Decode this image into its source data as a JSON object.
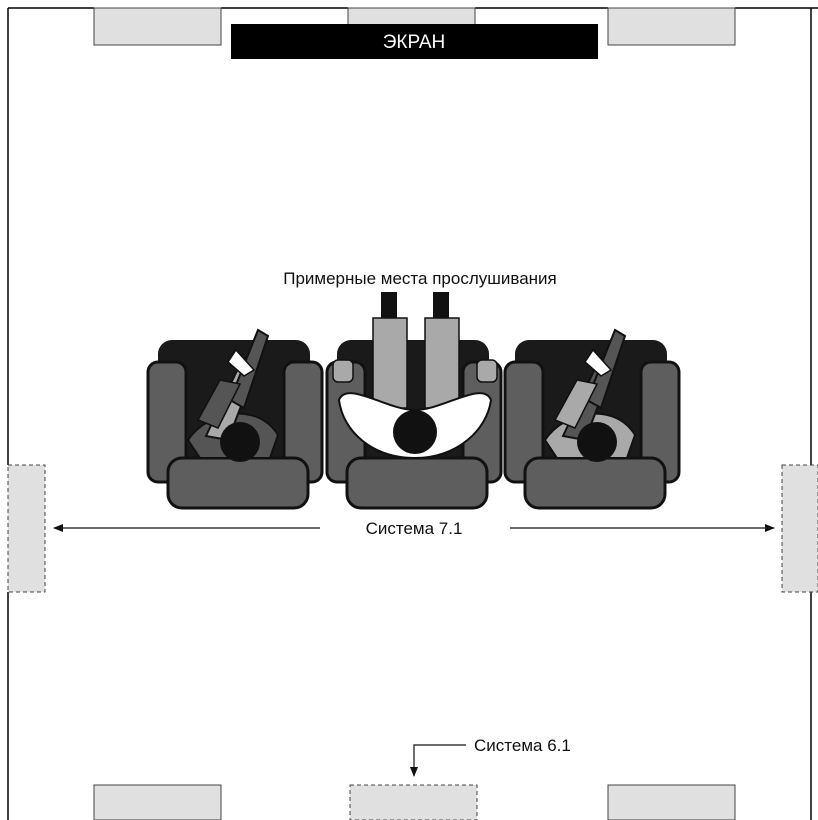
{
  "screen": {
    "label": "ЭКРАН"
  },
  "listening_area": {
    "label": "Примерные места прослушивания"
  },
  "system_71": {
    "label": "Система 7.1"
  },
  "system_61": {
    "label": "Система 6.1"
  },
  "colors": {
    "speaker_fill": "#e0e0e0",
    "speaker_stroke": "#444444",
    "screen_fill": "#000000",
    "chair_outer": "#1a1a1a",
    "chair_cushion": "#5e5e5e",
    "person_dark": "#555555",
    "person_light": "#a9a9a9",
    "person_white": "#ffffff",
    "head": "#111111"
  }
}
